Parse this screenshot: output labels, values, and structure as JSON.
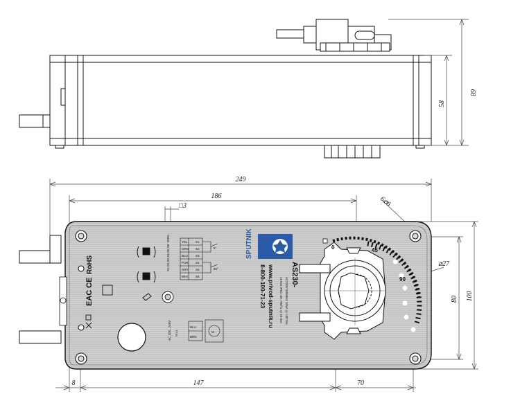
{
  "dimensions": {
    "height_total": "89",
    "height_body": "58",
    "width_total": "249",
    "hole_spacing": "186",
    "clamp_range": "□3",
    "hole_diameter": "6⌀6",
    "shaft_diameter": "⌀27",
    "height_plate": "80",
    "height_overall": "100",
    "offset_left": "8",
    "offset_middle": "147",
    "offset_right": "70"
  },
  "label": {
    "brand": "SPUTNIK",
    "model": "AS230-",
    "spec_line1": "AC220V 50/60Hz 10VA ◎ <30 Sec",
    "spec_line2": "10 Nm IP54 -30..+50°C ◎ 10 Sec",
    "website": "www.privod-sputnik.ru",
    "phone": "8-800-100-71-23",
    "cert_eac": "EAC",
    "cert_ce": "CE",
    "cert_rohs": "RoHS",
    "scale_0": "0",
    "scale_45": "45",
    "scale_90": "90",
    "wire_colors": [
      "YEL",
      "GRN",
      "BLU",
      "PUR",
      "GRY",
      "WHI"
    ],
    "terminals": [
      "S1",
      "S2",
      "S3",
      "S4",
      "S5",
      "S6"
    ],
    "switch_spec": "S1,S2,S3,S4,S5,S6: 250V...",
    "power_spec": "AC 100...240V",
    "power_terms": "N  L1",
    "power_wires": [
      "BLU",
      "BRN"
    ],
    "motor_symbol": "M",
    "angle_5": "5°",
    "angle_85": "85°"
  }
}
